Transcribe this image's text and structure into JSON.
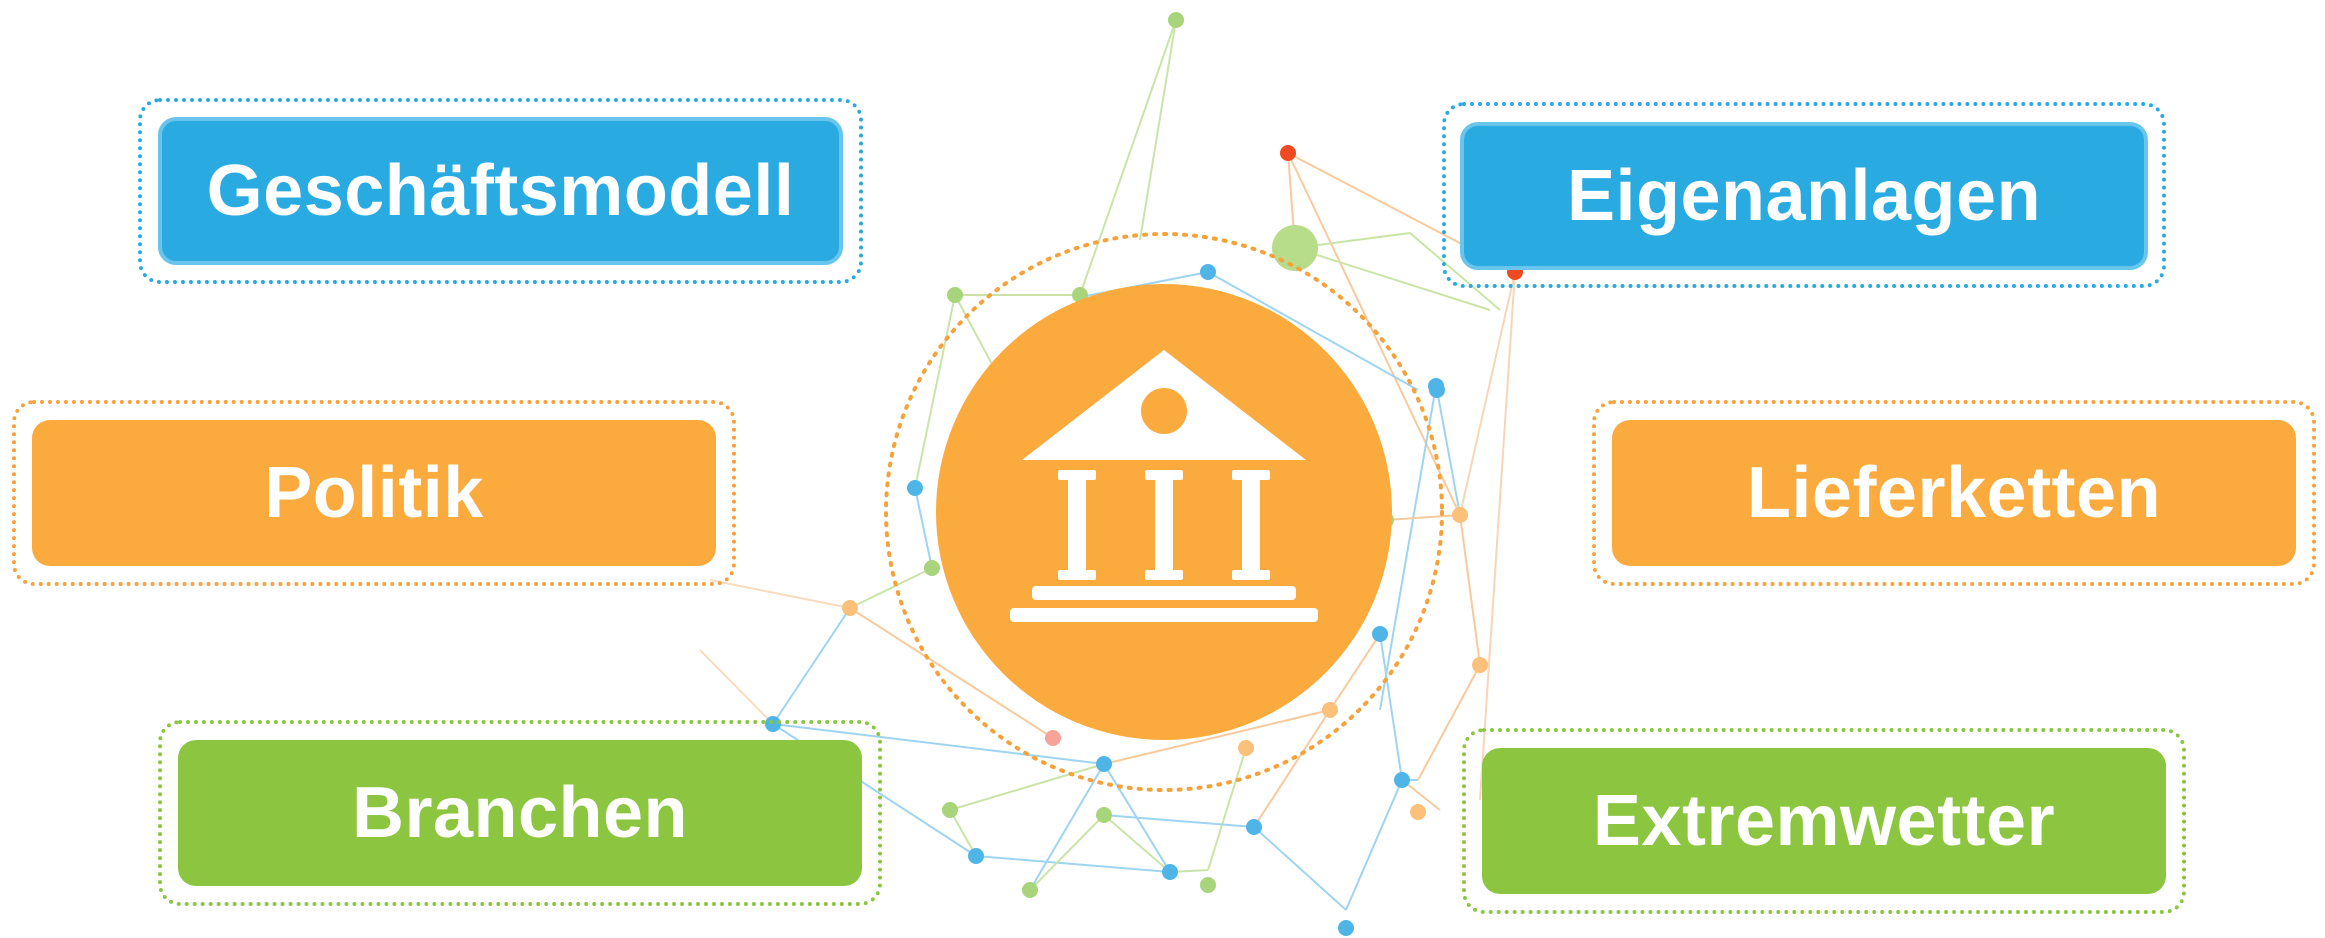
{
  "colors": {
    "blue": "#29abe2",
    "orange": "#fbab3e",
    "green": "#8cc641",
    "red": "#f04a23",
    "white": "#ffffff"
  },
  "center": {
    "icon": "bank-building-icon"
  },
  "cards": {
    "geschaeftsmodell": {
      "label": "Geschäftsmodell",
      "color": "blue"
    },
    "eigenanlagen": {
      "label": "Eigenanlagen",
      "color": "blue"
    },
    "politik": {
      "label": "Politik",
      "color": "orange"
    },
    "lieferketten": {
      "label": "Lieferketten",
      "color": "orange"
    },
    "branchen": {
      "label": "Branchen",
      "color": "green"
    },
    "extremwetter": {
      "label": "Extremwetter",
      "color": "green"
    }
  }
}
